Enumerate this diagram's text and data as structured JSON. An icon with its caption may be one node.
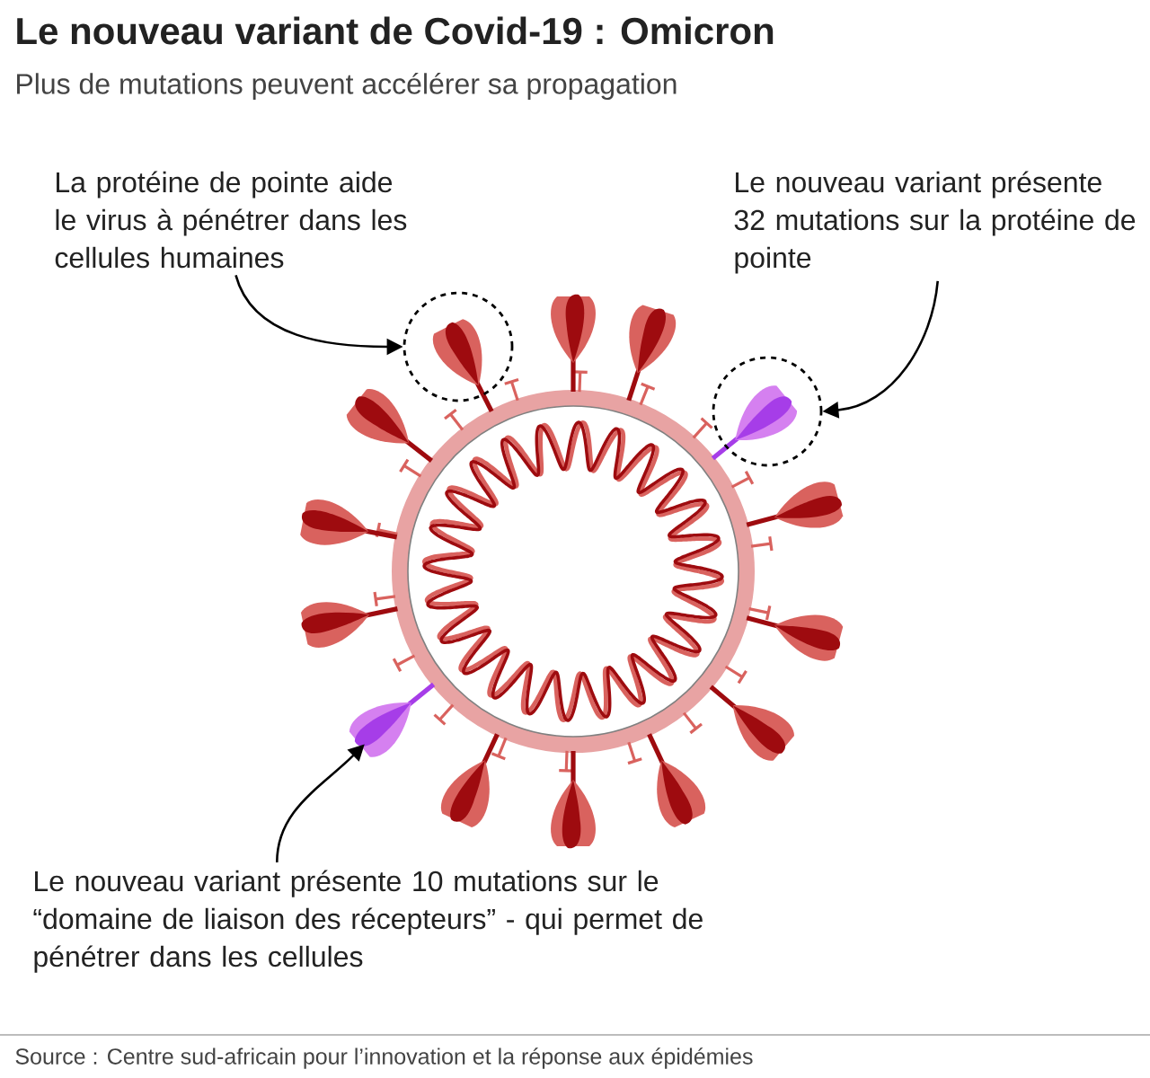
{
  "diagram": {
    "title": "Le nouveau variant de Covid-19 : Omicron",
    "nodes": [
      {
        "text": [
          "La protéine de pointe aide le virus à pénétrer dans les cellules humaines"
        ]
      },
      {
        "text": [],
        "shape": "circle"
      },
      {
        "text": [
          "Le nouveau variant présente 32 mutations sur la protéine de pointe"
        ]
      },
      {
        "text": [],
        "shape": "circle"
      },
      {
        "text": [
          "Le nouveau variant présente 10 mutations sur le “domaine de liaison des récepteurs” - qui permet de pénétrer dans les cellules"
        ]
      },
      {
        "text": [],
        "shape": "picture"
      }
    ],
    "edges": [
      {
        "from": 0,
        "to": 1,
        "arrow": "to"
      },
      {
        "from": 2,
        "to": 3,
        "arrow": "to"
      },
      {
        "from": 4,
        "to": 5,
        "arrow": "to"
      }
    ],
    "labels": [
      "Plus de mutations peuvent accélérer sa propagation",
      "Source : Centre sud-africain pour l’innovation et la réponse aux épidémies"
    ]
  }
}
